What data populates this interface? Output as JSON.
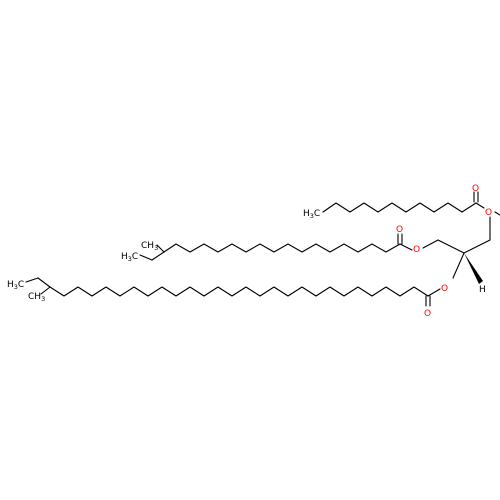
{
  "molecule": {
    "labels": {
      "ester_o": "O",
      "carbonyl_o": "O",
      "h": "H",
      "ch3_c": "CH",
      "ch3_sub": "3",
      "h3c_h": "H",
      "h3c_sub": "3",
      "h3c_c": "C"
    },
    "colors": {
      "bond": "#000000",
      "oxygen": "#ff0000",
      "background": "#ffffff"
    }
  }
}
